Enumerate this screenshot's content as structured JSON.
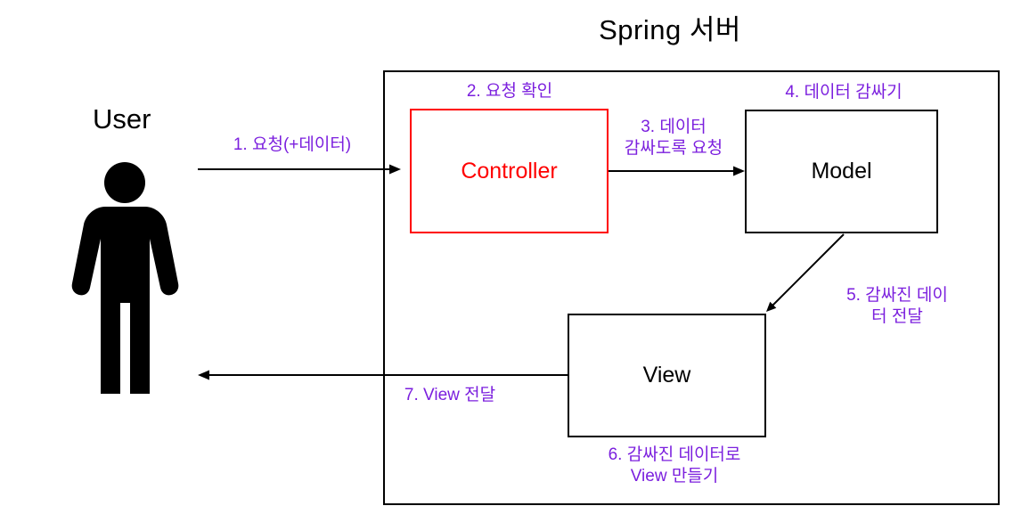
{
  "title": "Spring 서버",
  "user": {
    "label": "User"
  },
  "colors": {
    "step_label_purple": "#7B1FDE",
    "controller_red": "#FF0000",
    "line_black": "#000000"
  },
  "boxes": {
    "controller": {
      "label": "Controller"
    },
    "model": {
      "label": "Model"
    },
    "view": {
      "label": "View"
    }
  },
  "steps": [
    {
      "label": "1. 요청(+데이터)"
    },
    {
      "label": "2. 요청 확인"
    },
    {
      "label": "3. 데이터\n감싸도록 요청"
    },
    {
      "label": "4. 데이터 감싸기"
    },
    {
      "label": "5. 감싸진 데이터 전달"
    },
    {
      "label": "6. 감싸진 데이터로\nView 만들기"
    },
    {
      "label": "7. View 전달"
    }
  ],
  "arrows": [
    {
      "name": "user-to-controller",
      "step": "1"
    },
    {
      "name": "controller-to-model",
      "step": "3"
    },
    {
      "name": "model-to-view",
      "step": "5"
    },
    {
      "name": "view-to-user",
      "step": "7"
    }
  ]
}
